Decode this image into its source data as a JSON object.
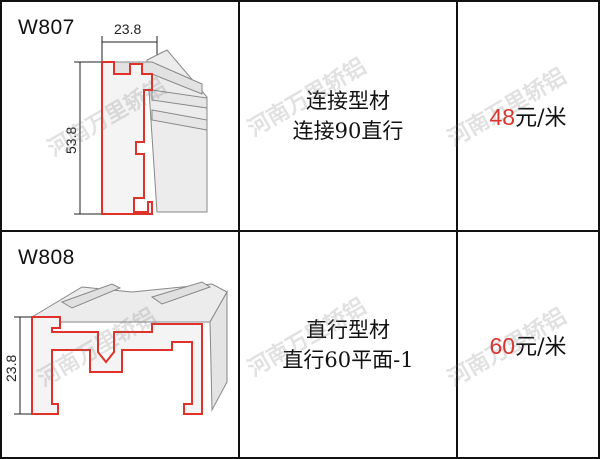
{
  "rows": [
    {
      "code": "W807",
      "dim_width": "23.8",
      "dim_height": "53.8",
      "name_line1": "连接型材",
      "name_line2": "连接90直行",
      "price_number": "48",
      "price_unit": "元/米"
    },
    {
      "code": "W808",
      "dim_height": "23.8",
      "name_line1": "直行型材",
      "name_line2": "直行60平面-1",
      "price_number": "60",
      "price_unit": "元/米"
    }
  ],
  "watermark": "河南万里轿铝",
  "colors": {
    "price_accent": "#e0312b",
    "profile_outline": "#e0312b",
    "grid": "#111111"
  }
}
